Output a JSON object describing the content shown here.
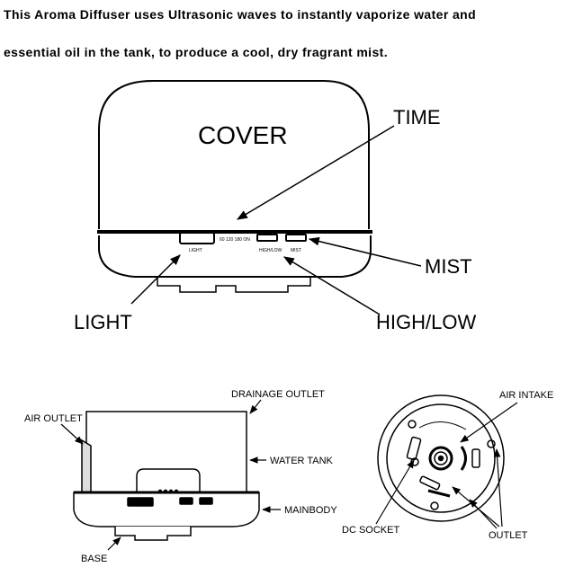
{
  "intro": {
    "line1": "This Aroma Diffuser uses Ultrasonic waves to instantly vaporize water and",
    "line2": "essential oil in the tank, to produce a cool, dry fragrant mist."
  },
  "front_view": {
    "cover": "COVER",
    "time": "TIME",
    "mist": "MIST",
    "light": "LIGHT",
    "high_low": "HIGH/LOW",
    "timer_marks": "60 120 180 ON",
    "btn_light": "LIGHT",
    "btn_high_low": "HIGH/LOW",
    "btn_mist": "MIST"
  },
  "side_view": {
    "drainage_outlet": "DRAINAGE OUTLET",
    "air_outlet": "AIR OUTLET",
    "water_tank": "WATER TANK",
    "mainbody": "MAINBODY",
    "base": "BASE"
  },
  "bottom_view": {
    "air_intake": "AIR INTAKE",
    "dc_socket": "DC SOCKET",
    "outlet": "OUTLET"
  }
}
